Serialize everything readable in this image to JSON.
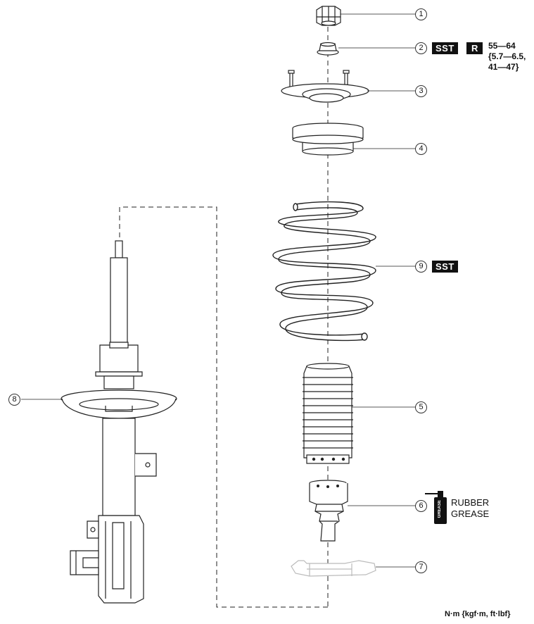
{
  "callouts": {
    "c1": "1",
    "c2": "2",
    "c3": "3",
    "c4": "4",
    "c5": "5",
    "c6": "6",
    "c7": "7",
    "c8": "8",
    "c9": "9"
  },
  "badges": {
    "sst": "SST",
    "r": "R"
  },
  "torque": {
    "line1": "55—64",
    "line2": "{5.7—6.5,",
    "line3": "41—47}"
  },
  "grease": {
    "line1": "RUBBER",
    "line2": "GREASE",
    "can_label": "GREASE"
  },
  "units": "N·m {kgf·m, ft·lbf}"
}
